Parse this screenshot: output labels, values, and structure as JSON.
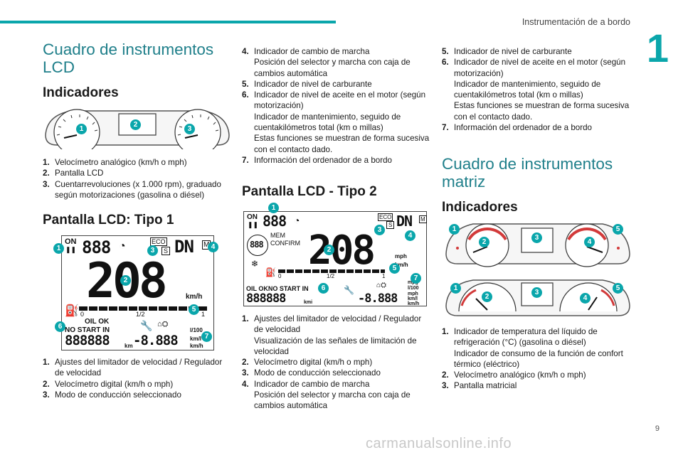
{
  "header": {
    "section_title": "Instrumentación de a bordo",
    "chapter_number": "1",
    "page_number": "9"
  },
  "watermark": "carmanualsonline.info",
  "col1": {
    "heading_lcd": "Cuadro de instrumentos LCD",
    "heading_indicadores": "Indicadores",
    "fig1_badges": [
      "1",
      "2",
      "3"
    ],
    "list1": [
      {
        "n": "1.",
        "text": "Velocímetro analógico (km/h o mph)"
      },
      {
        "n": "2.",
        "text": "Pantalla LCD"
      },
      {
        "n": "3.",
        "text": "Cuentarrevoluciones (x 1.000 rpm), graduado según motorizaciones (gasolina o diésel)"
      }
    ],
    "heading_tipo1": "Pantalla LCD: Tipo 1",
    "fig2": {
      "badges": [
        "1",
        "2",
        "3",
        "4",
        "5",
        "6",
        "7"
      ],
      "on": "ON",
      "big": "888",
      "eco": "ECO",
      "s": "S",
      "dn": "DN",
      "m": "M",
      "speed": "208",
      "unit_kmh": "km/h",
      "scale_0": "0",
      "scale_half": "1/2",
      "scale_1": "1",
      "oil_ok": "OIL  OK",
      "no_start_in": "NO START IN",
      "odo": "888888",
      "km": "km",
      "trip": "-8.888",
      "l100": "l/100",
      "kml": "km/l",
      "kmh2": "km/h"
    },
    "list2": [
      {
        "n": "1.",
        "text": "Ajustes del limitador de velocidad / Regulador de velocidad"
      },
      {
        "n": "2.",
        "text": "Velocímetro digital (km/h o mph)"
      },
      {
        "n": "3.",
        "text": "Modo de conducción seleccionado"
      }
    ]
  },
  "col2": {
    "list_top": [
      {
        "n": "4.",
        "lines": [
          "Indicador de cambio de marcha",
          "Posición del selector y marcha con caja de cambios automática"
        ]
      },
      {
        "n": "5.",
        "lines": [
          "Indicador de nivel de carburante"
        ]
      },
      {
        "n": "6.",
        "lines": [
          "Indicador de nivel de aceite en el motor (según motorización)",
          "Indicador de mantenimiento, seguido de cuentakilómetros total (km o millas)",
          "Estas funciones se muestran de forma sucesiva con el contacto dado."
        ]
      },
      {
        "n": "7.",
        "lines": [
          "Información del ordenador de a bordo"
        ]
      }
    ],
    "heading_tipo2": "Pantalla LCD - Tipo 2",
    "fig3": {
      "badges": [
        "1",
        "2",
        "3",
        "4",
        "5",
        "6",
        "7"
      ],
      "on": "ON",
      "big": "888",
      "eco": "ECO",
      "s": "S",
      "dn": "DN",
      "m": "M",
      "mem": "MEM",
      "confirm": "CONFIRM",
      "speed": "208",
      "mph": "mph",
      "kmh": "km/h",
      "scale_0": "0",
      "scale_half": "1/2",
      "scale_1": "1",
      "oil_ok_no_start": "OIL OKNO START IN",
      "odo": "888888",
      "kmi": "kmi",
      "trip": "-8.888",
      "mpg": "mpg",
      "l100": "l/100",
      "mph2": "mph",
      "kml": "km/l",
      "kmh2": "km/h"
    },
    "list_bottom": [
      {
        "n": "1.",
        "lines": [
          "Ajustes del limitador de velocidad / Regulador de velocidad",
          "Visualización de las señales de limitación de velocidad"
        ]
      },
      {
        "n": "2.",
        "lines": [
          "Velocímetro digital (km/h o mph)"
        ]
      },
      {
        "n": "3.",
        "lines": [
          "Modo de conducción seleccionado"
        ]
      },
      {
        "n": "4.",
        "lines": [
          "Indicador de cambio de marcha",
          "Posición del selector y marcha con caja de cambios automática"
        ]
      }
    ]
  },
  "col3": {
    "list_top": [
      {
        "n": "5.",
        "lines": [
          "Indicador de nivel de carburante"
        ]
      },
      {
        "n": "6.",
        "lines": [
          "Indicador de nivel de aceite en el motor (según motorización)",
          "Indicador de mantenimiento, seguido de cuentakilómetros total (km o millas)",
          "Estas funciones se muestran de forma sucesiva con el contacto dado."
        ]
      },
      {
        "n": "7.",
        "lines": [
          "Información del ordenador de a bordo"
        ]
      }
    ],
    "heading_matriz": "Cuadro de instrumentos matriz",
    "heading_indicadores": "Indicadores",
    "fig4_badges": [
      "1",
      "2",
      "3",
      "4",
      "5"
    ],
    "fig5_badges": [
      "1",
      "2",
      "3",
      "4",
      "5"
    ],
    "list_bottom": [
      {
        "n": "1.",
        "lines": [
          "Indicador de temperatura del líquido de refrigeración (°C) (gasolina o diésel)",
          "Indicador de consumo de la función de confort térmico (eléctrico)"
        ]
      },
      {
        "n": "2.",
        "lines": [
          "Velocímetro analógico (km/h o mph)"
        ]
      },
      {
        "n": "3.",
        "lines": [
          "Pantalla matricial"
        ]
      }
    ]
  }
}
